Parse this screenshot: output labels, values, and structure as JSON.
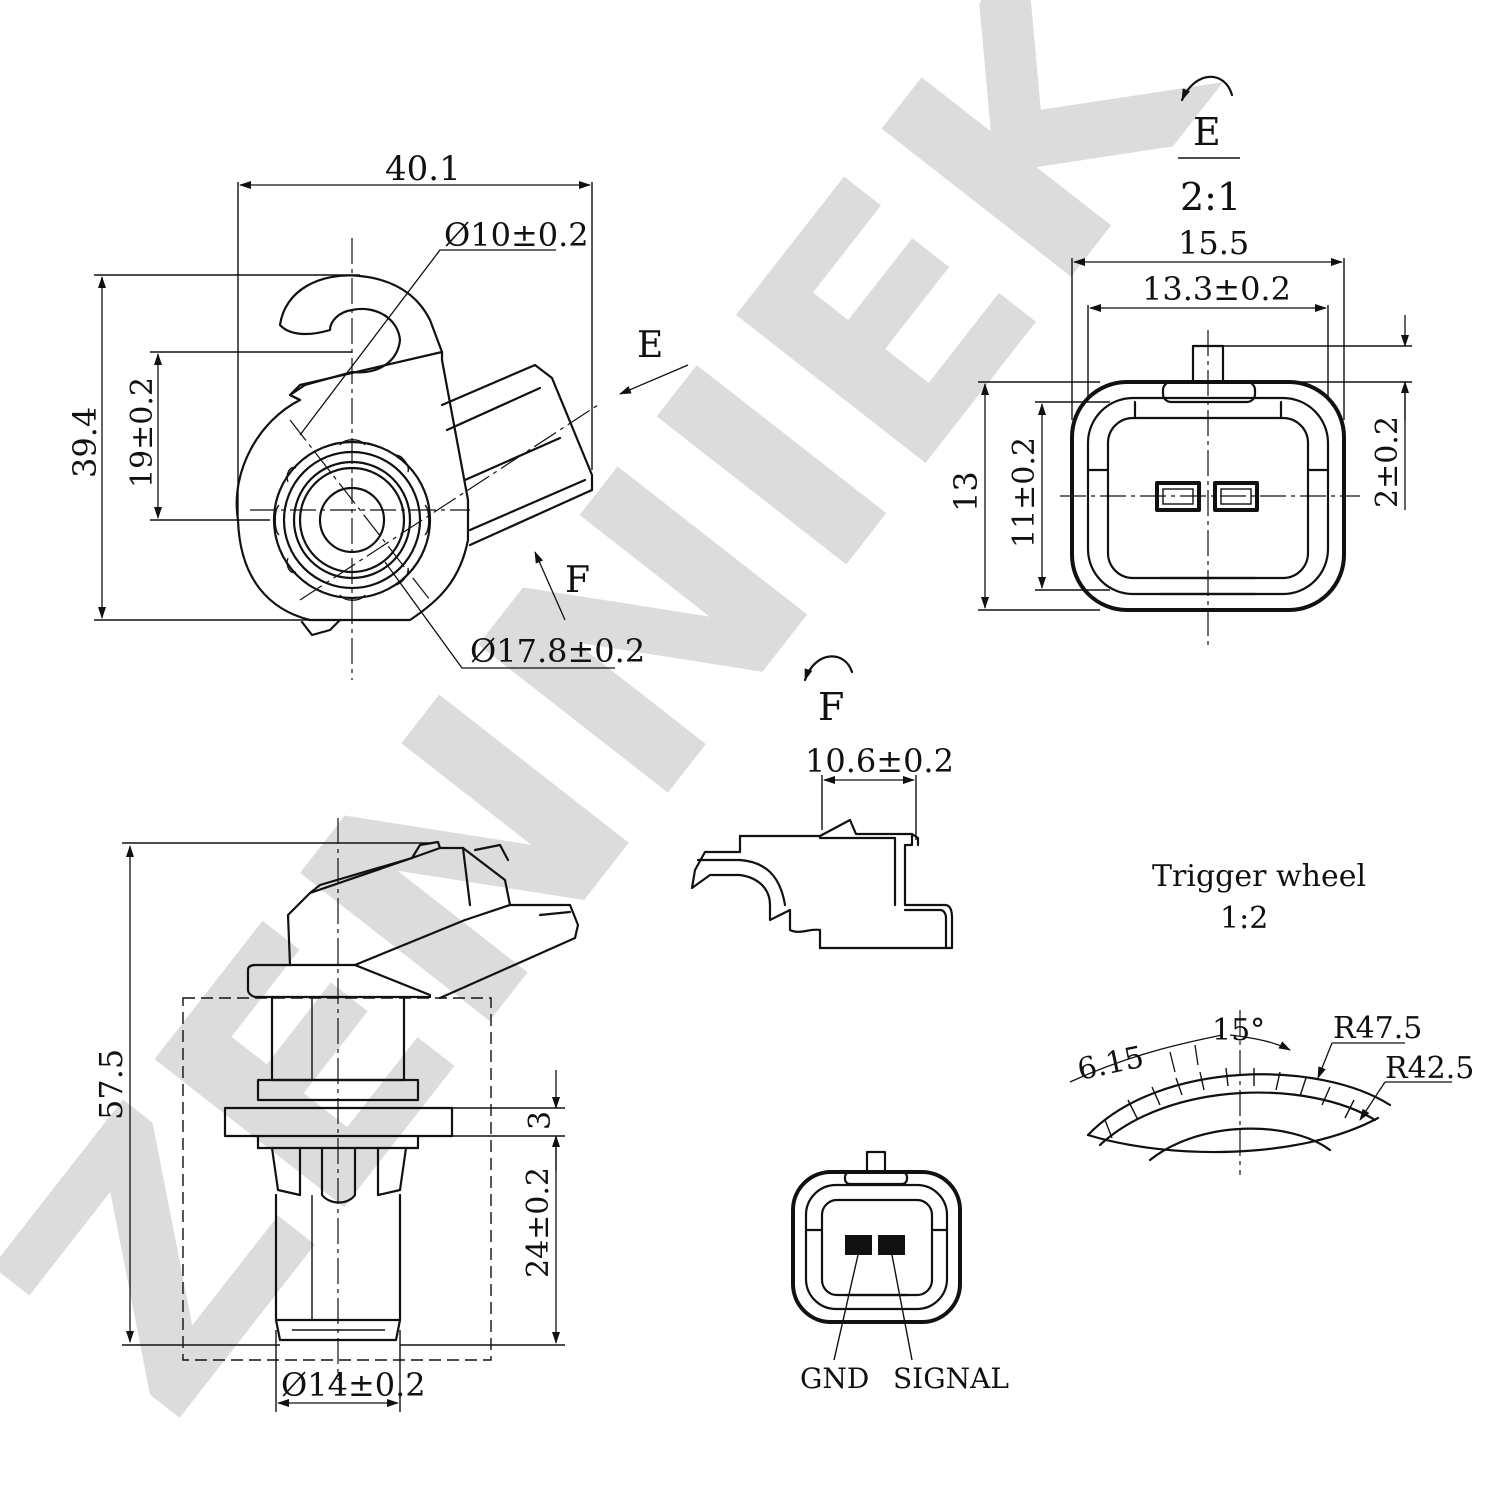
{
  "watermark": "ZENNIEK",
  "views": {
    "top": {
      "width": "40.1",
      "hole_dia": "Ø10±0.2",
      "height": "39.4",
      "hole_offset": "19±0.2",
      "body_dia": "Ø17.8±0.2",
      "view_e": "E",
      "view_f": "F"
    },
    "connector": {
      "title": "E",
      "scale": "2:1",
      "outer_width": "15.5",
      "inner_width": "13.3±0.2",
      "height": "13",
      "inner_height": "11±0.2",
      "key_height": "2±0.2"
    },
    "side": {
      "title": "F",
      "width": "10.6±0.2"
    },
    "front": {
      "length": "57.5",
      "flange": "3",
      "probe_length": "24±0.2",
      "probe_dia": "Ø14±0.2"
    },
    "pinout": {
      "pin1": "GND",
      "pin2": "SIGNAL"
    },
    "trigger_wheel": {
      "title": "Trigger wheel",
      "scale": "1:2",
      "tooth": "6.15",
      "angle": "15°",
      "r_outer": "R47.5",
      "r_inner": "R42.5"
    }
  }
}
